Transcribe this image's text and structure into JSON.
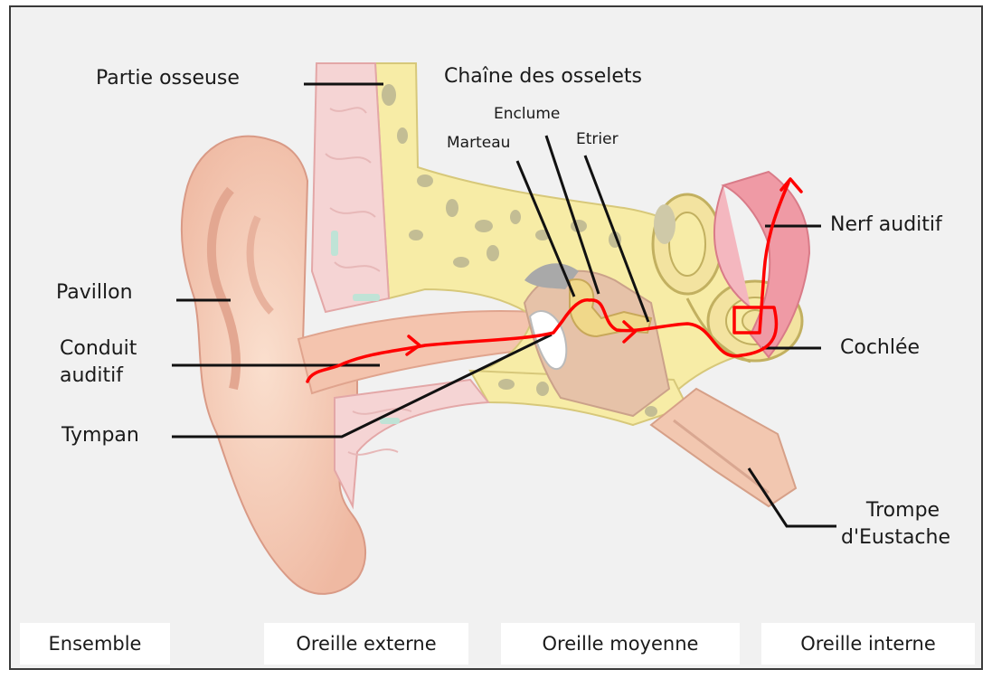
{
  "labels": {
    "partie_osseuse": "Partie osseuse",
    "chaine_osselets": "Chaîne des osselets",
    "enclume": "Enclume",
    "marteau": "Marteau",
    "etrier": "Etrier",
    "nerf_auditif": "Nerf auditif",
    "pavillon": "Pavillon",
    "conduit_line1": "Conduit",
    "conduit_line2": "auditif",
    "tympan": "Tympan",
    "cochlee": "Cochlée",
    "trompe_line1": "Trompe",
    "trompe_line2": "d'Eustache"
  },
  "tabs": [
    {
      "label": "Ensemble"
    },
    {
      "label": "Oreille externe"
    },
    {
      "label": "Oreille moyenne"
    },
    {
      "label": "Oreille interne"
    }
  ],
  "colors": {
    "background": "#f1f1f1",
    "skin": "#f6cdb9",
    "bone": "#f7eca6",
    "bone_spots": "#c3bd94",
    "pink_tissue": "#f5d4d4",
    "nerve": "#ef9aa5",
    "sound_path": "#ff0000"
  }
}
